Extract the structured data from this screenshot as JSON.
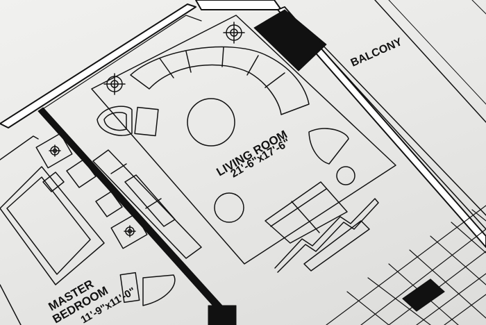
{
  "rooms": {
    "living_room": {
      "name": "LIVING ROOM",
      "dimensions": "21'-6\"x17'-6\""
    },
    "balcony": {
      "name": "BALCONY"
    },
    "master_bedroom": {
      "name": "MASTER BEDROOM",
      "name_line1": "MASTER",
      "name_line2": "BEDROOM",
      "dimensions": "11'-9\"x11'-0\""
    }
  },
  "colors": {
    "ink": "#111111",
    "paper": "#eeeeec",
    "wall": "#0d0d0d"
  },
  "icons": [
    "light-fixture-icon"
  ]
}
